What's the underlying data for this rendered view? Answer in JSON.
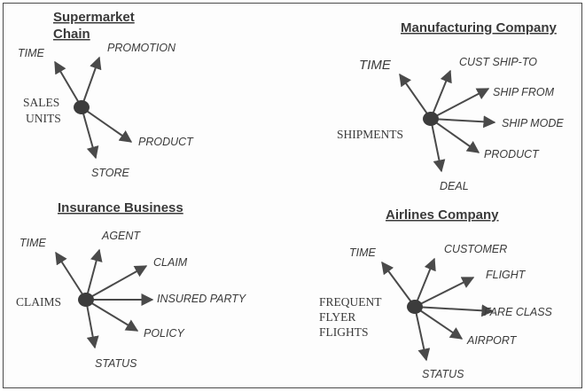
{
  "diagrams": [
    {
      "title_lines": [
        "Supermarket",
        "Chain"
      ],
      "fact_lines": [
        "SALES",
        "UNITS"
      ],
      "dimensions": [
        "TIME",
        "PROMOTION",
        "PRODUCT",
        "STORE"
      ]
    },
    {
      "title_lines": [
        "Manufacturing Company"
      ],
      "fact_lines": [
        "SHIPMENTS"
      ],
      "dimensions": [
        "TIME",
        "CUST SHIP-TO",
        "SHIP FROM",
        "SHIP MODE",
        "PRODUCT",
        "DEAL"
      ]
    },
    {
      "title_lines": [
        "Insurance Business"
      ],
      "fact_lines": [
        "CLAIMS"
      ],
      "dimensions": [
        "TIME",
        "AGENT",
        "CLAIM",
        "INSURED PARTY",
        "POLICY",
        "STATUS"
      ]
    },
    {
      "title_lines": [
        "Airlines Company"
      ],
      "fact_lines": [
        "FREQUENT",
        "FLYER",
        "FLIGHTS"
      ],
      "dimensions": [
        "TIME",
        "CUSTOMER",
        "FLIGHT",
        "FARE CLASS",
        "AIRPORT",
        "STATUS"
      ]
    }
  ]
}
